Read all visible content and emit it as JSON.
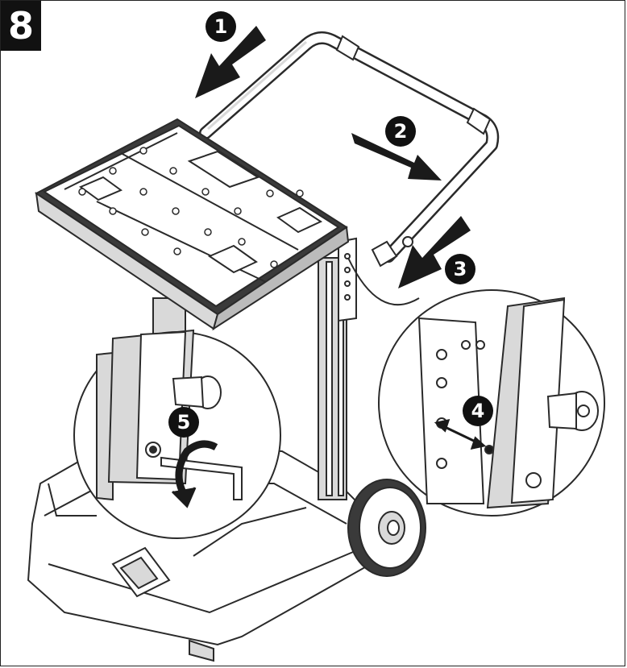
{
  "figure": {
    "step_number": "8",
    "callouts": [
      {
        "id": "callout-1",
        "label": "1"
      },
      {
        "id": "callout-2",
        "label": "2"
      },
      {
        "id": "callout-3",
        "label": "3"
      },
      {
        "id": "callout-4",
        "label": "4"
      },
      {
        "id": "callout-5",
        "label": "5"
      }
    ]
  },
  "colors": {
    "line": "#2a2a2a",
    "badge": "#111111",
    "arrow": "#1a1a1a",
    "shade": "#d9d9d9",
    "background": "#ffffff"
  }
}
